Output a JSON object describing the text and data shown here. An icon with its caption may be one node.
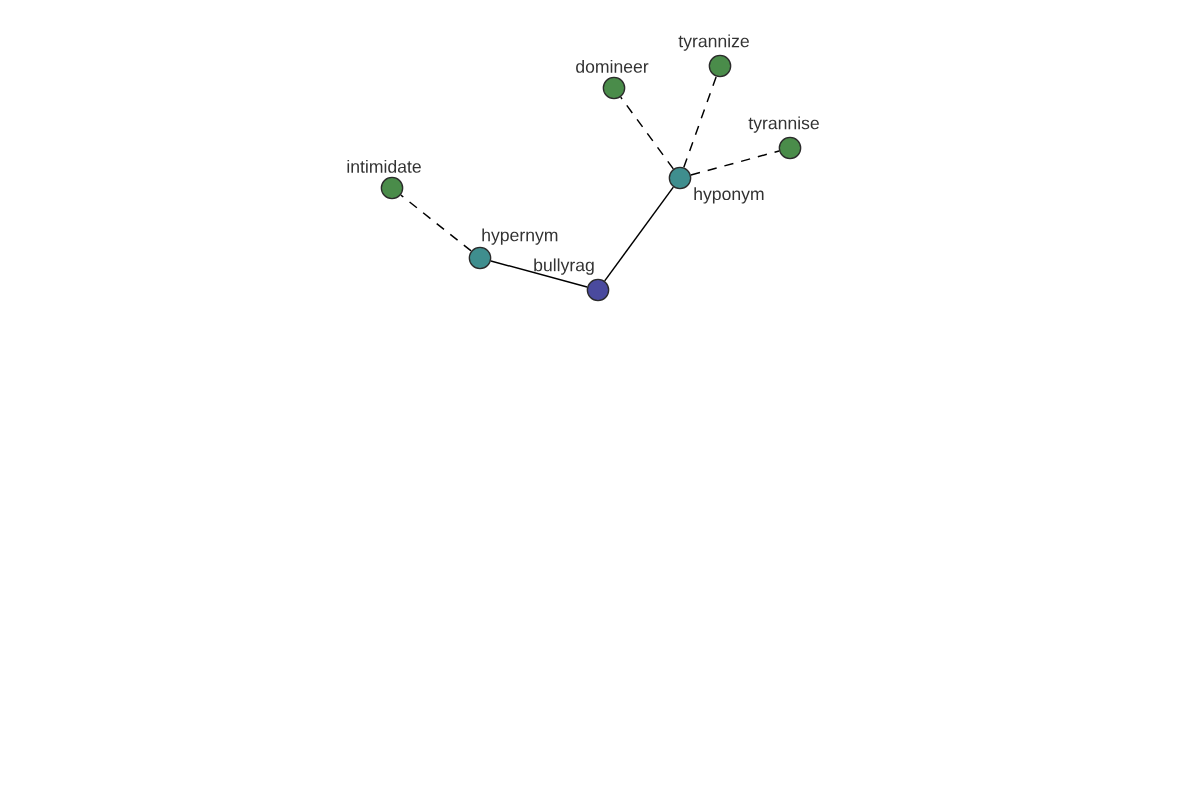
{
  "diagram": {
    "nodes": [
      {
        "text": [
          "tyrannize"
        ]
      },
      {
        "text": [
          "domineer"
        ]
      },
      {
        "text": [
          "tyrannise"
        ]
      },
      {
        "text": [
          "intimidate"
        ]
      },
      {
        "text": [
          "hyponym"
        ]
      },
      {
        "text": [
          "hypernym"
        ]
      },
      {
        "text": [
          "bullyrag"
        ]
      }
    ],
    "edges": [
      {
        "from": 6,
        "to": 5,
        "arrow": "none"
      },
      {
        "from": 6,
        "to": 4,
        "arrow": "none"
      },
      {
        "from": 5,
        "to": 3,
        "arrow": "none",
        "style": "dashed"
      },
      {
        "from": 4,
        "to": 1,
        "arrow": "none",
        "style": "dashed"
      },
      {
        "from": 4,
        "to": 0,
        "arrow": "none",
        "style": "dashed"
      },
      {
        "from": 4,
        "to": 2,
        "arrow": "none",
        "style": "dashed"
      }
    ]
  }
}
